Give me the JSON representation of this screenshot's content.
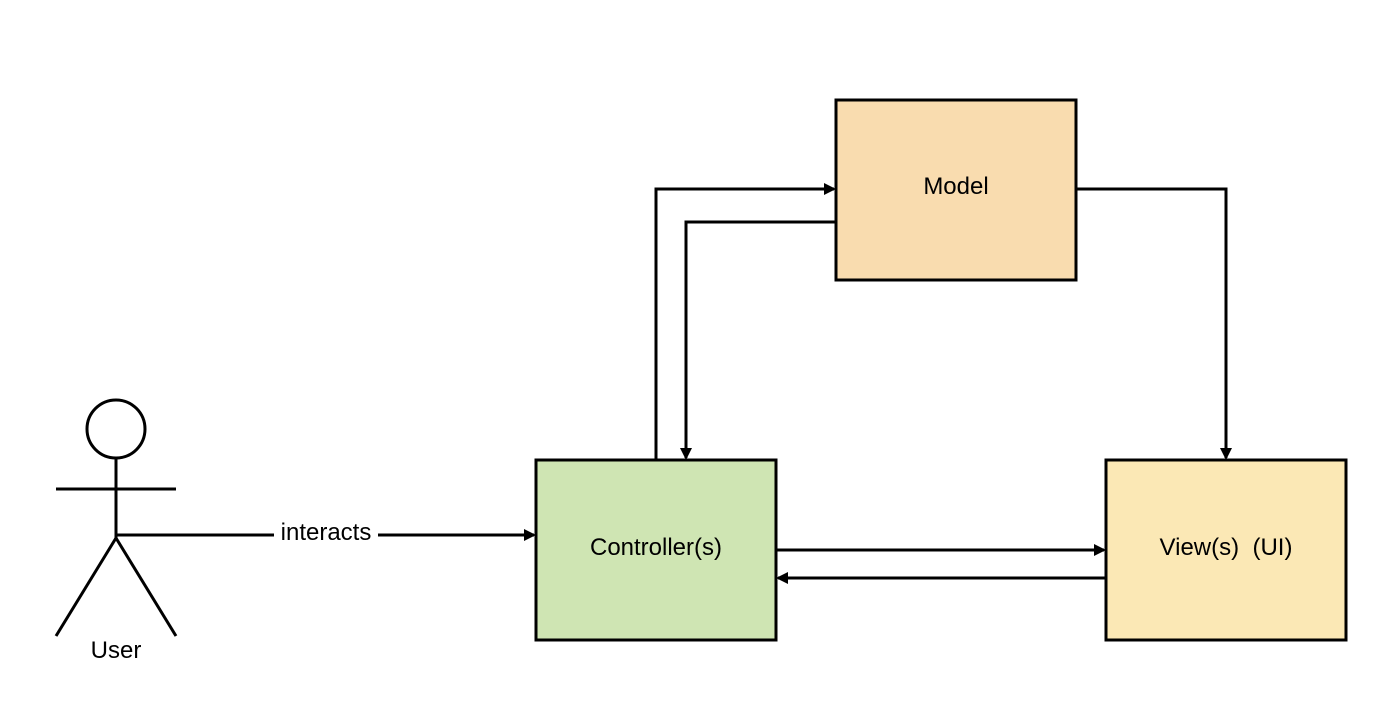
{
  "diagram": {
    "actor": {
      "label": "User"
    },
    "nodes": {
      "model": {
        "label": "Model",
        "fill": "#f9dcaf"
      },
      "controller": {
        "label": "Controller(s)",
        "fill": "#cfe5b3"
      },
      "view": {
        "label": "View(s)  (UI)",
        "fill": "#fbe8b5"
      }
    },
    "edges": {
      "user_to_controller": {
        "label": "interacts"
      }
    },
    "stroke_color": "#000000"
  }
}
